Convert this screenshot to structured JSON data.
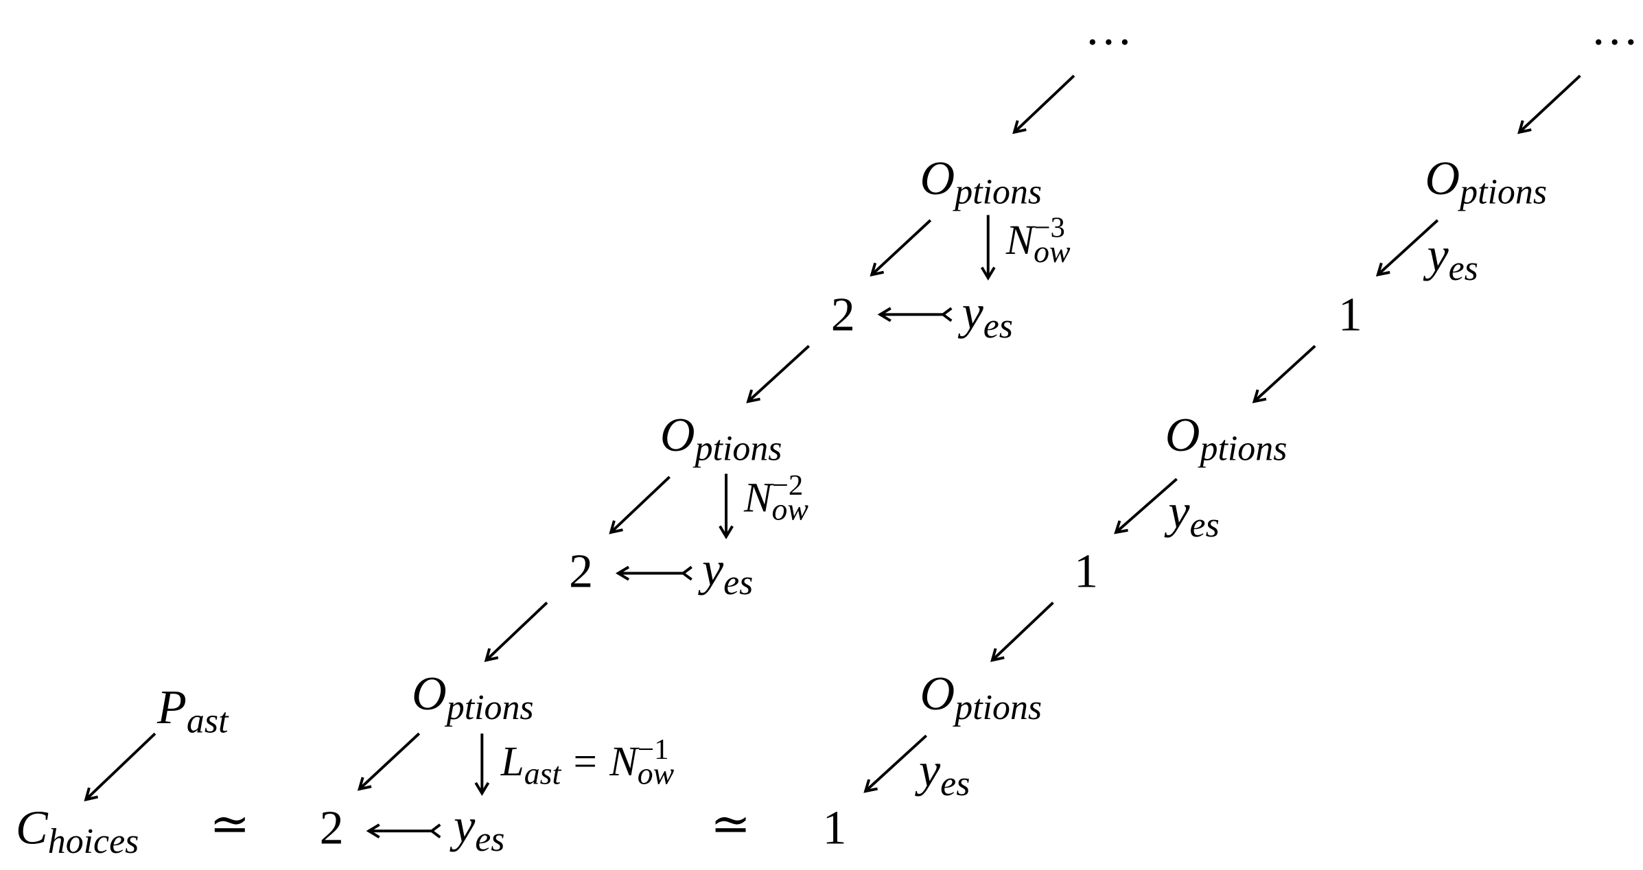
{
  "diagram": {
    "ellipsis": "…",
    "options": {
      "main": "O",
      "sub": "ptions"
    },
    "yes": {
      "main": "y",
      "sub": "es"
    },
    "past": {
      "main": "P",
      "sub": "ast"
    },
    "choices": {
      "main": "C",
      "sub": "hoices"
    },
    "now3": {
      "main": "N",
      "sub": "ow",
      "sup": "−3"
    },
    "now2": {
      "main": "N",
      "sub": "ow",
      "sup": "−2"
    },
    "last": {
      "main": "L",
      "sub": "ast",
      "eq": "=",
      "rhs_main": "N",
      "rhs_sub": "ow",
      "rhs_sup": "−1"
    },
    "two": "2",
    "one": "1",
    "equiv": "≃"
  }
}
